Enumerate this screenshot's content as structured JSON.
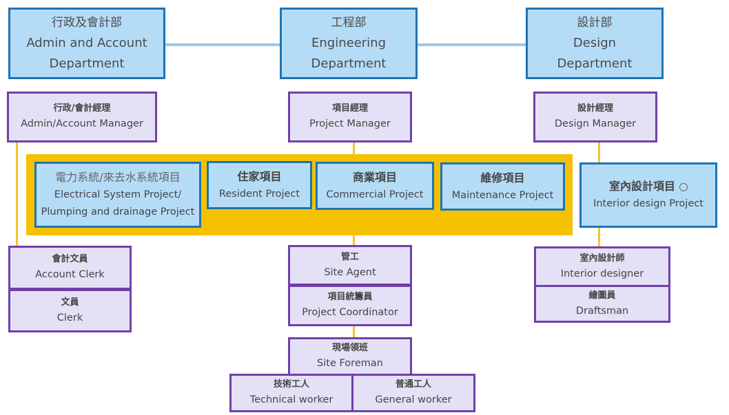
{
  "departments": {
    "admin": {
      "zh": "行政及會計部",
      "en1": "Admin and Account",
      "en2": "Department"
    },
    "engineering": {
      "zh": "工程部",
      "en1": "Engineering",
      "en2": "Department"
    },
    "design": {
      "zh": "設計部",
      "en1": "Design",
      "en2": "Department"
    }
  },
  "managers": {
    "admin": {
      "zh": "行政/會計經理",
      "en": "Admin/Account Manager"
    },
    "project": {
      "zh": "項目經理",
      "en": "Project Manager"
    },
    "design": {
      "zh": "設計經理",
      "en": "Design Manager"
    }
  },
  "projects": {
    "electrical": {
      "zh": "電力系統/來去水系統項目",
      "en1": "Electrical System Project/",
      "en2": "Plumping and drainage Project"
    },
    "resident": {
      "zh": "住家項目",
      "en": "Resident Project"
    },
    "commercial": {
      "zh": "商業項目",
      "en": "Commercial Project"
    },
    "maintenance": {
      "zh": "維修項目",
      "en": "Maintenance Project"
    },
    "interior": {
      "zh": "室內設計項目",
      "en": "Interior design Project"
    }
  },
  "staff": {
    "account_clerk": {
      "zh": "會計文員",
      "en": "Account Clerk"
    },
    "clerk": {
      "zh": "文員",
      "en": "Clerk"
    },
    "site_agent": {
      "zh": "管工",
      "en": "Site Agent"
    },
    "project_coordinator": {
      "zh": "項目統籌員",
      "en": "Project Coordinator"
    },
    "site_foreman": {
      "zh": "現場領班",
      "en": "Site Foreman"
    },
    "technical_worker": {
      "zh": "技術工人",
      "en": "Technical worker"
    },
    "general_worker": {
      "zh": "普通工人",
      "en": "General worker"
    },
    "interior_designer": {
      "zh": "室內設計師",
      "en": "Interior designer"
    },
    "draftsman": {
      "zh": "繪圖員",
      "en": "Draftsman"
    }
  },
  "colors": {
    "dept_fill": "#b5dcf7",
    "dept_border": "#1e73b5",
    "role_fill": "#e4e1f6",
    "role_border": "#7040a8",
    "band": "#f5c100",
    "connector_gold": "#f5c230",
    "connector_blue": "#9cc9ea"
  }
}
